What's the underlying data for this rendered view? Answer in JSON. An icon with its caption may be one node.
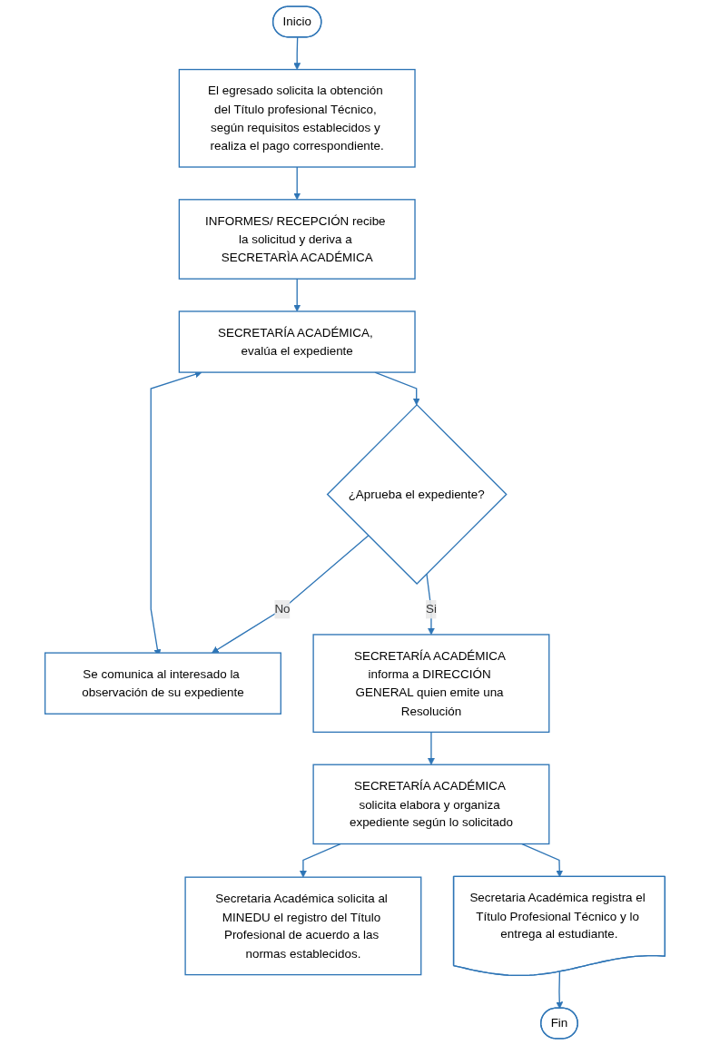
{
  "diagram": {
    "nodes": [
      {
        "text": [
          "Inicio"
        ]
      },
      {
        "text": [
          "El egresado solicita la obtención del Título profesional Técnico, según requisitos establecidos y realiza el pago correspondiente."
        ]
      },
      {
        "text": [
          "INFORMES/ RECEPCIÓN recibe la solicitud y deriva a SECRETARÌA ACADÉMICA"
        ]
      },
      {
        "text": [
          "SECRETARÍA ACADÉMICA, evalúa el expediente"
        ]
      },
      {
        "text": [
          "Se comunica al interesado la observación de su expediente"
        ]
      },
      {
        "text": [
          "¿Aprueba el expediente?"
        ]
      },
      {
        "text": [
          "SECRETARÍA ACADÉMICA informa a DIRECCIÓN GENERAL quien emite una Resolución"
        ]
      },
      {
        "text": [
          "Secretaria Académica solicita al MINEDU el registro del Título Profesional de acuerdo a las normas establecidos."
        ]
      },
      {
        "text": [
          "SECRETARÍA ACADÉMICA solicita elabora y organiza expediente según lo solicitado"
        ]
      },
      {
        "text": [
          "Secretaria Académica registra el Título Profesional Técnico y lo entrega al estudiante."
        ]
      },
      {
        "text": [
          "Fin"
        ]
      }
    ],
    "edges": [
      {
        "from": 0,
        "to": 1,
        "arrow": "to"
      },
      {
        "from": 1,
        "to": 2,
        "arrow": "to"
      },
      {
        "from": 2,
        "to": 3,
        "arrow": "to"
      },
      {
        "from": 4,
        "to": 3,
        "arrow": "both"
      },
      {
        "from": 3,
        "to": 5,
        "arrow": "to"
      },
      {
        "from": 5,
        "to": 4,
        "label": "No",
        "arrow": "to"
      },
      {
        "from": 5,
        "to": 6,
        "label": "Si",
        "arrow": "to"
      },
      {
        "from": 6,
        "to": 8,
        "arrow": "to"
      },
      {
        "from": 8,
        "to": 7,
        "arrow": "to"
      },
      {
        "from": 8,
        "to": 9,
        "arrow": "to"
      },
      {
        "from": 9,
        "to": 10,
        "arrow": "to"
      }
    ]
  }
}
